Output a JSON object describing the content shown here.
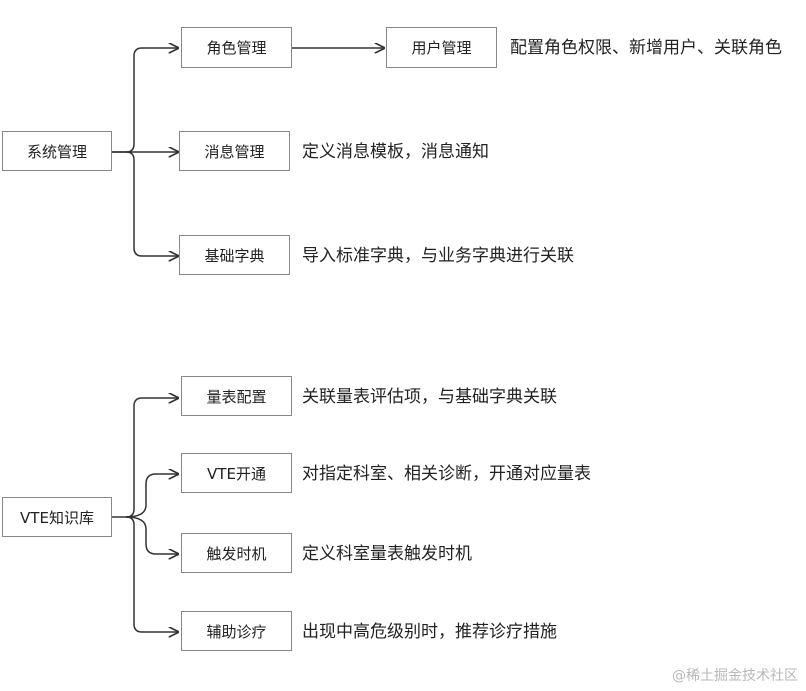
{
  "diagram": {
    "groups": [
      {
        "root": "系统管理",
        "children": [
          {
            "label": "角色管理",
            "next": "用户管理",
            "desc": "配置角色权限、新增用户、关联角色"
          },
          {
            "label": "消息管理",
            "desc": "定义消息模板，消息通知"
          },
          {
            "label": "基础字典",
            "desc": "导入标准字典，与业务字典进行关联"
          }
        ]
      },
      {
        "root": "VTE知识库",
        "children": [
          {
            "label": "量表配置",
            "desc": "关联量表评估项，与基础字典关联"
          },
          {
            "label": "VTE开通",
            "desc": "对指定科室、相关诊断，开通对应量表"
          },
          {
            "label": "触发时机",
            "desc": "定义科室量表触发时机"
          },
          {
            "label": "辅助诊疗",
            "desc": "出现中高危级别时，推荐诊疗措施"
          }
        ]
      }
    ]
  },
  "watermark": "@稀土掘金技术社区"
}
